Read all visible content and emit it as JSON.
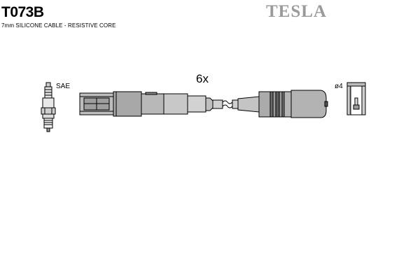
{
  "header": {
    "product_code": "T073B",
    "description": "7mm SILICONE CABLE - RESISTIVE CORE",
    "brand": "TESLA"
  },
  "diagram": {
    "quantity_label": "6x",
    "spark_plug_standard_label": "SAE",
    "coil_pin_label": "ø4"
  }
}
